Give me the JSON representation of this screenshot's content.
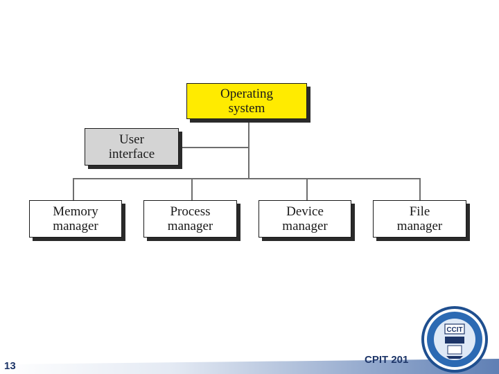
{
  "diagram": {
    "root": {
      "line1": "Operating",
      "line2": "system"
    },
    "user_interface": {
      "line1": "User",
      "line2": "interface"
    },
    "managers": [
      {
        "line1": "Memory",
        "line2": "manager"
      },
      {
        "line1": "Process",
        "line2": "manager"
      },
      {
        "line1": "Device",
        "line2": "manager"
      },
      {
        "line1": "File",
        "line2": "manager"
      }
    ]
  },
  "footer": {
    "page_number": "13",
    "course": "CPIT 201",
    "logo_text": "CCIT"
  },
  "colors": {
    "root_fill": "#ffeb00",
    "interface_fill": "#d4d4d4",
    "footer_blue": "#1d3568"
  }
}
